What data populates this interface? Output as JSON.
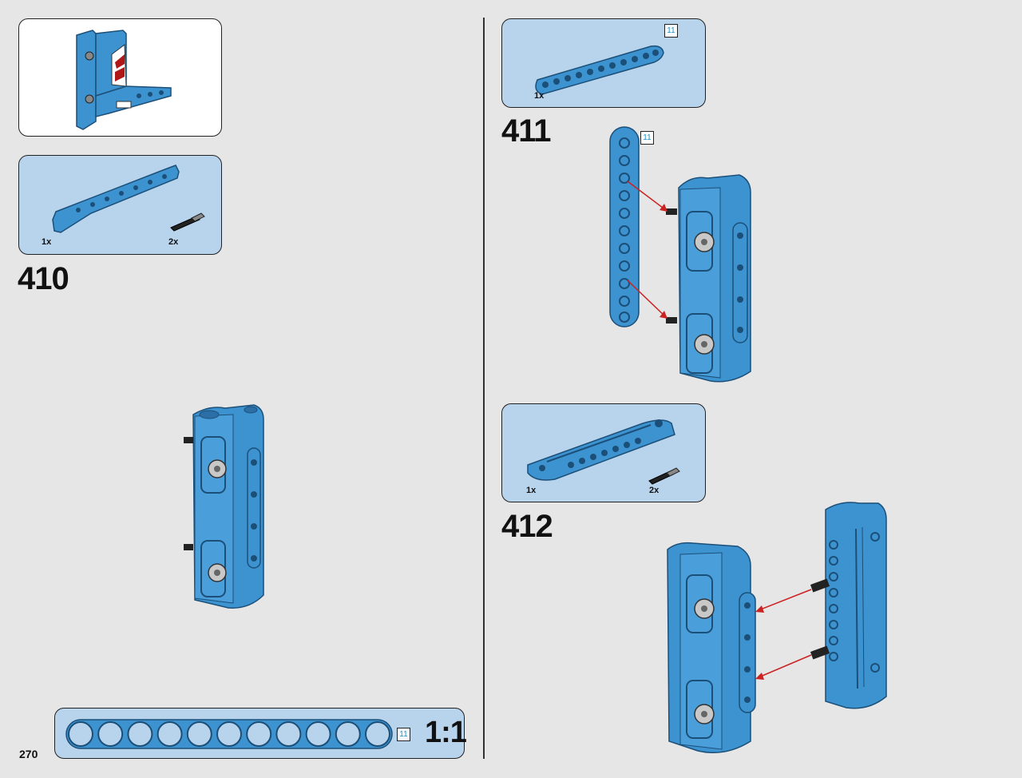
{
  "page": {
    "number": "270",
    "background": "#e6e6e6"
  },
  "colors": {
    "part_blue": "#3c93d0",
    "callout_blue": "#b8d4ec",
    "arrow_red": "#cc2222",
    "length_badge_text": "#1b8fc9"
  },
  "left": {
    "preview": {
      "icon": "frame-preview-icon"
    },
    "callout": {
      "parts": [
        {
          "icon": "angled-beam-icon",
          "qty": "1x"
        },
        {
          "icon": "axle-pin-icon",
          "qty": "2x"
        }
      ]
    },
    "step": {
      "number": "410"
    },
    "scale_ruler": {
      "length_badge": "11",
      "scale_label": "1:1"
    }
  },
  "right": {
    "top_callout": {
      "length_badge": "11",
      "qty": "1x",
      "icon": "beam-11-icon"
    },
    "step411": {
      "number": "411",
      "length_badge": "11"
    },
    "callout412": {
      "parts": [
        {
          "icon": "wide-panel-beam-icon",
          "qty": "1x"
        },
        {
          "icon": "axle-pin-icon",
          "qty": "2x"
        }
      ]
    },
    "step412": {
      "number": "412"
    }
  }
}
